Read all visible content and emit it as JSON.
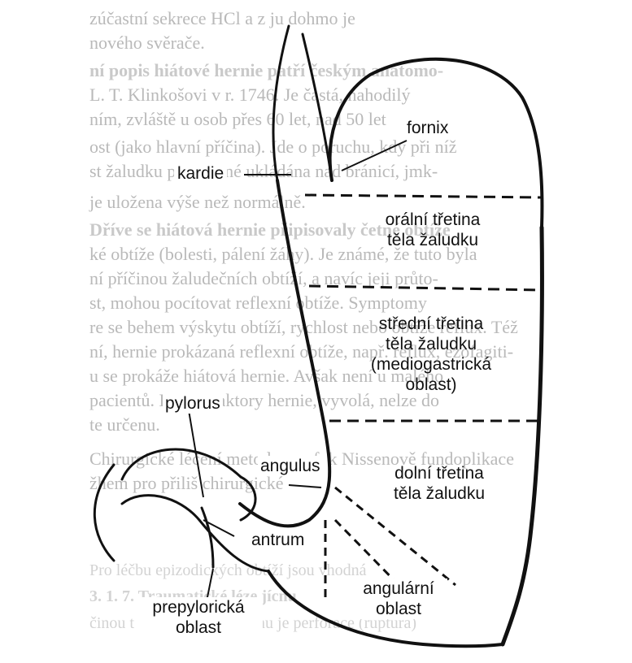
{
  "figure": {
    "labels": {
      "fornix": "fornix",
      "kardie": "kardie",
      "oralni": [
        "orální třetina",
        "těla žaludku"
      ],
      "stredni": [
        "střední třetina",
        "těla žaludku",
        "(mediogastrická",
        "oblast)"
      ],
      "pylorus": "pylorus",
      "angulus": "angulus",
      "dolni": [
        "dolní třetina",
        "těla žaludku"
      ],
      "antrum": "antrum",
      "prepyloricka": [
        "prepylorická",
        "oblast"
      ],
      "angularni": [
        "angulární",
        "oblast"
      ]
    },
    "colors": {
      "ink": "#111111",
      "bleed": "#b9b9b9",
      "paper": "#ffffff"
    }
  },
  "bleed_through": [
    "zúčastní sekrece HCl a z                 ju dohmo je",
    "nového svěrače.",
    "ní popis hiátové hernie patří českým anatomo-",
    "L. T. Klinkošovi v r. 1746. Je častá, nahodilý",
    "ním, zvláště u osob přes 60 let, nad 50 let",
    "ost (jako hlavní příčina). Jde o poruchu, kdy při níž",
    "st žaludku přechodné ukládána nad bránicí, jmk-",
    "je uložena výše než normálně.",
    "Dříve se hiátová hernie připisovaly četné obtíže",
    "ké obtíže (bolesti, pálení žáhy). Je známé, že tuto byla",
    "ní příčinou žaludečních obtíží, a navíc jeji průto-",
    "st, mohou pocítovat reflexní obtíže. Symptomy",
    "re se behem výskytu obtíží, rychlost nebo obtíže reflux. Též",
    "ní, hernie prokázaná reflexní obtíže, např. reflux, ezofagiti-",
    "u se prokáže hiátová hernie. Avšak není u malého",
    "pacientů. Léčba, faktory hernie, vyvolá, nelze do",
    "te určenu.",
    "Chirurgické léčení metody: prof. k Nissenově fundoplikace",
    "žhem pro přiliš chirurgické",
    "Pro léčbu epizodických obtíží jsou vhodná",
    "3. 1. 7.  Traumatické léze jícnu",
    "činou traumatické léze jícnu je perforace (ruptura)"
  ]
}
